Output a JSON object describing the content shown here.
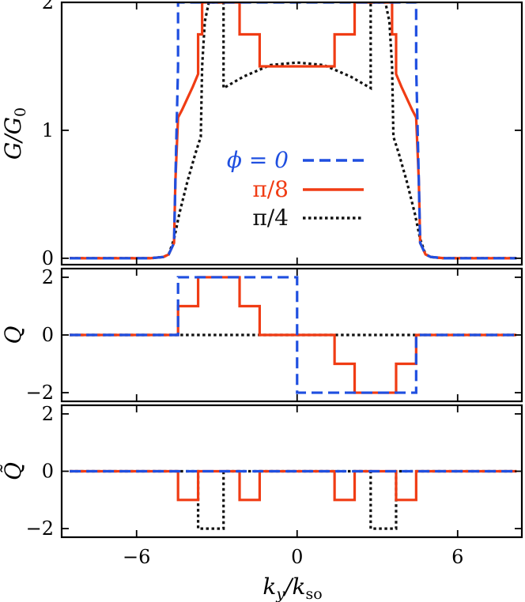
{
  "chart_data": {
    "type": "line",
    "xlabel": "k_y / k_so",
    "xlim": [
      -8.8,
      8.4
    ],
    "xticks": [
      -6,
      0,
      6
    ],
    "xtick_labels": [
      "−6",
      "0",
      "6"
    ],
    "colors": {
      "phi0": "#1f4fe0",
      "phi8": "#f03c14",
      "phi4": "#111111"
    },
    "legend": [
      {
        "label": "ϕ = 0",
        "color": "#1f4fe0",
        "dash": "dashed"
      },
      {
        "label": "π/8",
        "color": "#f03c14",
        "dash": "solid"
      },
      {
        "label": "π/4",
        "color": "#111111",
        "dash": "dotted"
      }
    ],
    "legend_placement": "center",
    "panels": [
      {
        "ylabel": "G/G0",
        "ylim": [
          -0.05,
          2.0
        ],
        "yticks": [
          0,
          1,
          2
        ],
        "ytick_labels": [
          "0",
          "1",
          "2"
        ],
        "series": [
          {
            "name": "ϕ = 0",
            "style": "dashed",
            "color": "#1f4fe0",
            "x": [
              -8.5,
              -5.5,
              -5.0,
              -4.8,
              -4.6,
              -4.55,
              -4.45,
              -4.45,
              4.45,
              4.45,
              4.55,
              4.6,
              4.8,
              5.0,
              5.5,
              8.2
            ],
            "y": [
              0.0,
              0.0,
              0.01,
              0.03,
              0.12,
              0.6,
              1.5,
              2.0,
              2.0,
              1.5,
              0.6,
              0.12,
              0.03,
              0.01,
              0.0,
              0.0
            ]
          },
          {
            "name": "π/8",
            "style": "solid",
            "color": "#f03c14",
            "x": [
              -8.5,
              -5.5,
              -5.0,
              -4.8,
              -4.6,
              -4.55,
              -4.45,
              -4.3,
              -4.1,
              -3.9,
              -3.7,
              -3.7,
              -3.55,
              -3.55,
              -2.15,
              -2.15,
              -1.4,
              -1.4,
              1.4,
              1.4,
              2.15,
              2.15,
              3.55,
              3.55,
              3.7,
              3.7,
              3.9,
              4.1,
              4.3,
              4.45,
              4.55,
              4.6,
              4.8,
              5.0,
              5.5,
              8.2
            ],
            "y": [
              0.0,
              0.0,
              0.01,
              0.03,
              0.12,
              0.6,
              1.1,
              1.16,
              1.25,
              1.34,
              1.44,
              1.75,
              1.75,
              2.0,
              2.0,
              1.75,
              1.75,
              1.5,
              1.5,
              1.75,
              1.75,
              2.0,
              2.0,
              1.75,
              1.75,
              1.44,
              1.34,
              1.25,
              1.16,
              1.1,
              0.6,
              0.12,
              0.03,
              0.01,
              0.0,
              0.0
            ]
          },
          {
            "name": "π/4",
            "style": "dotted",
            "color": "#111111",
            "x": [
              -8.5,
              -5.5,
              -5.0,
              -4.8,
              -4.6,
              -4.4,
              -4.1,
              -3.8,
              -3.6,
              -3.55,
              -3.45,
              -3.3,
              -3.3,
              -2.75,
              -2.75,
              -2.0,
              -1.0,
              0.0,
              1.0,
              2.0,
              2.75,
              2.75,
              3.3,
              3.3,
              3.45,
              3.55,
              3.6,
              3.8,
              4.1,
              4.4,
              4.6,
              4.8,
              5.0,
              5.5,
              8.2
            ],
            "y": [
              0.0,
              0.0,
              0.01,
              0.03,
              0.15,
              0.35,
              0.6,
              0.82,
              0.95,
              1.5,
              1.85,
              2.0,
              2.0,
              2.0,
              1.33,
              1.42,
              1.51,
              1.53,
              1.51,
              1.42,
              1.33,
              2.0,
              2.0,
              2.0,
              1.85,
              1.5,
              0.95,
              0.82,
              0.6,
              0.35,
              0.15,
              0.03,
              0.01,
              0.0,
              0.0
            ]
          }
        ]
      },
      {
        "ylabel": "Q",
        "ylim": [
          -2.3,
          2.3
        ],
        "yticks": [
          -2,
          0,
          2
        ],
        "ytick_labels": [
          "−2",
          "0",
          "2"
        ],
        "series": [
          {
            "name": "ϕ = 0",
            "style": "dashed",
            "color": "#1f4fe0",
            "x": [
              -8.5,
              -4.45,
              -4.45,
              0.0,
              0.0,
              4.45,
              4.45,
              8.2
            ],
            "y": [
              0,
              0,
              2,
              2,
              -2,
              -2,
              0,
              0
            ]
          },
          {
            "name": "π/8",
            "style": "solid",
            "color": "#f03c14",
            "x": [
              -8.5,
              -4.45,
              -4.45,
              -3.7,
              -3.7,
              -2.15,
              -2.15,
              -1.4,
              -1.4,
              1.4,
              1.4,
              2.15,
              2.15,
              3.7,
              3.7,
              4.45,
              4.45,
              8.2
            ],
            "y": [
              0,
              0,
              1,
              1,
              2,
              2,
              1,
              1,
              0,
              0,
              -1,
              -1,
              -2,
              -2,
              -1,
              -1,
              0,
              0
            ]
          },
          {
            "name": "π/4",
            "style": "dotted",
            "color": "#111111",
            "x": [
              -8.5,
              8.2
            ],
            "y": [
              0,
              0
            ]
          }
        ]
      },
      {
        "ylabel": "Q̃",
        "ylim": [
          -2.3,
          2.3
        ],
        "yticks": [
          -2,
          0,
          2
        ],
        "ytick_labels": [
          "−2",
          "0",
          "2"
        ],
        "series": [
          {
            "name": "ϕ = 0",
            "style": "dashed",
            "color": "#1f4fe0",
            "x": [
              -8.5,
              8.2
            ],
            "y": [
              0,
              0
            ]
          },
          {
            "name": "π/8",
            "style": "solid",
            "color": "#f03c14",
            "x": [
              -8.5,
              -4.45,
              -4.45,
              -3.7,
              -3.7,
              -2.15,
              -2.15,
              -1.4,
              -1.4,
              1.4,
              1.4,
              2.15,
              2.15,
              3.7,
              3.7,
              4.45,
              4.45,
              8.2
            ],
            "y": [
              0,
              0,
              -1,
              -1,
              0,
              0,
              -1,
              -1,
              0,
              0,
              -1,
              -1,
              0,
              0,
              -1,
              -1,
              0,
              0
            ]
          },
          {
            "name": "π/4",
            "style": "dotted",
            "color": "#111111",
            "x": [
              -8.5,
              -3.7,
              -3.7,
              -2.75,
              -2.75,
              2.75,
              2.75,
              3.7,
              3.7,
              8.2
            ],
            "y": [
              0,
              0,
              -2,
              -2,
              0,
              0,
              -2,
              -2,
              0,
              0
            ]
          }
        ]
      }
    ]
  }
}
